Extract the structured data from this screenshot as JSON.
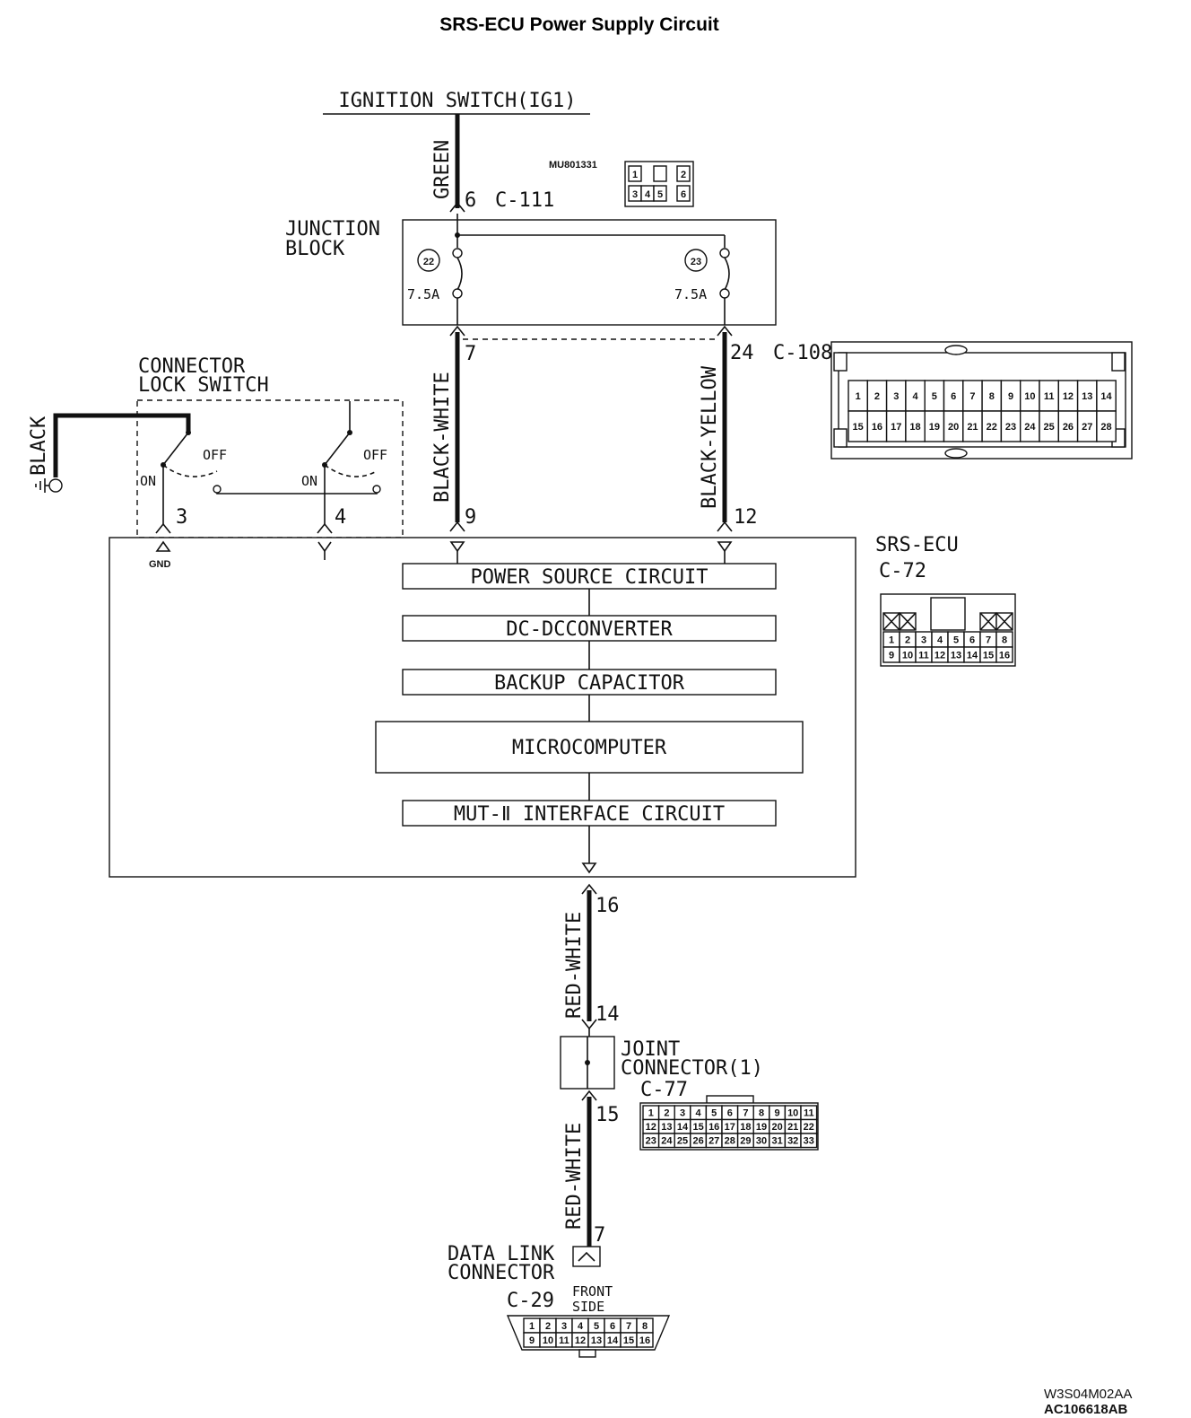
{
  "title": "SRS-ECU Power Supply Circuit",
  "ignition": {
    "label": "IGNITION SWITCH(IG1)",
    "wire_color": "GREEN",
    "pin": "6",
    "connector": "C-111"
  },
  "relay_part": {
    "label": "MU801331",
    "pins": [
      "1",
      "2",
      "3",
      "4",
      "5",
      "6"
    ]
  },
  "junction_block": {
    "label_line1": "JUNCTION",
    "label_line2": "BLOCK",
    "fuses": [
      {
        "number": "22",
        "rating": "7.5A"
      },
      {
        "number": "23",
        "rating": "7.5A"
      }
    ]
  },
  "left_feed": {
    "top_pin": "7",
    "wire_color": "BLACK-WHITE",
    "ecu_pin": "9"
  },
  "right_feed": {
    "top_pin": "24",
    "connector": "C-108",
    "wire_color": "BLACK-YELLOW",
    "ecu_pin": "12"
  },
  "c108_pins_row1": [
    "1",
    "2",
    "3",
    "4",
    "5",
    "6",
    "7",
    "8",
    "9",
    "10",
    "11",
    "12",
    "13",
    "14"
  ],
  "c108_pins_row2": [
    "15",
    "16",
    "17",
    "18",
    "19",
    "20",
    "21",
    "22",
    "23",
    "24",
    "25",
    "26",
    "27",
    "28"
  ],
  "lock_switch": {
    "label_line1": "CONNECTOR",
    "label_line2": "LOCK SWITCH",
    "ground_wire": "BLACK",
    "on": "ON",
    "off": "OFF",
    "pin_a": "3",
    "pin_b": "4",
    "gnd": "GND"
  },
  "ecu": {
    "label": "SRS-ECU",
    "connector": "C-72",
    "blocks": [
      "POWER SOURCE CIRCUIT",
      "DC-DCCONVERTER",
      "BACKUP CAPACITOR",
      "MICROCOMPUTER",
      "MUT-Ⅱ INTERFACE CIRCUIT"
    ],
    "pins_row1": [
      "1",
      "2",
      "3",
      "4",
      "5",
      "6",
      "7",
      "8"
    ],
    "pins_row2": [
      "9",
      "10",
      "11",
      "12",
      "13",
      "14",
      "15",
      "16"
    ]
  },
  "data_line": {
    "wire_color": "RED-WHITE",
    "ecu_pin": "16",
    "jc_in_pin": "14",
    "jc_out_pin": "15",
    "dlc_pin": "7"
  },
  "joint_connector": {
    "label_line1": "JOINT",
    "label_line2": "CONNECTOR(1)",
    "connector": "C-77",
    "pins_row1": [
      "1",
      "2",
      "3",
      "4",
      "5",
      "6",
      "7",
      "8",
      "9",
      "10",
      "11"
    ],
    "pins_row2": [
      "12",
      "13",
      "14",
      "15",
      "16",
      "17",
      "18",
      "19",
      "20",
      "21",
      "22"
    ],
    "pins_row3": [
      "23",
      "24",
      "25",
      "26",
      "27",
      "28",
      "29",
      "30",
      "31",
      "32",
      "33"
    ]
  },
  "dlc": {
    "label_line1": "DATA LINK",
    "label_line2": "CONNECTOR",
    "connector": "C-29",
    "side_line1": "FRONT",
    "side_line2": "SIDE",
    "pins_row1": [
      "1",
      "2",
      "3",
      "4",
      "5",
      "6",
      "7",
      "8"
    ],
    "pins_row2": [
      "9",
      "10",
      "11",
      "12",
      "13",
      "14",
      "15",
      "16"
    ]
  },
  "codes": {
    "line1": "W3S04M02AA",
    "line2": "AC106618AB"
  }
}
